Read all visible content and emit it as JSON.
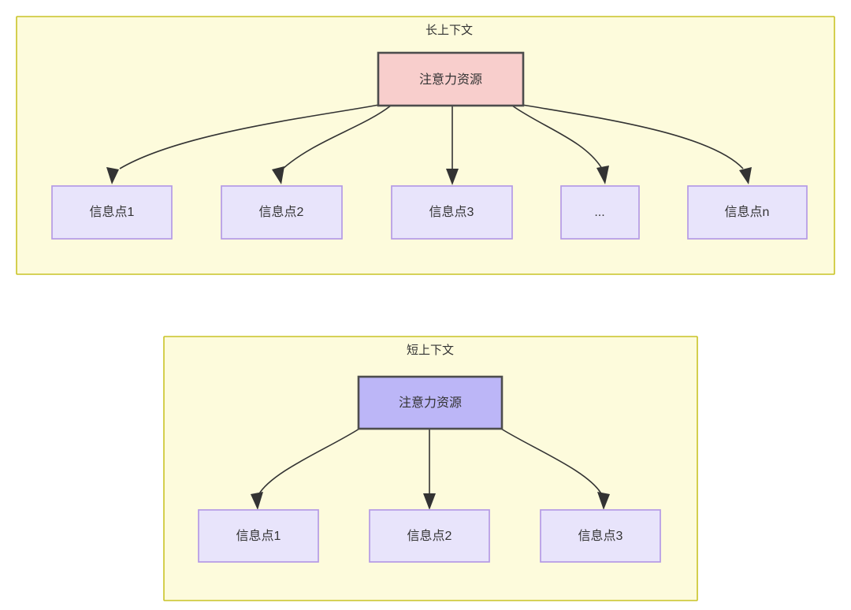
{
  "diagram": {
    "title_semantic": "attention-resource-allocation-long-vs-short-context",
    "background_color": "#ffffff",
    "colors": {
      "container_fill": "#fdfbdc",
      "container_stroke": "#c9c326",
      "focus_node_long_fill": "#f8cecc",
      "focus_node_short_fill": "#bcb6f7",
      "focus_node_stroke": "#4d4d4d",
      "info_node_fill": "#e8e4fb",
      "info_node_stroke": "#b49ae6",
      "edge_stroke": "#333333",
      "text_color": "#333333"
    },
    "sections": [
      {
        "id": "long-context",
        "label": "长上下文",
        "focus_node": {
          "label": "注意力资源",
          "style": "red"
        },
        "info_nodes": [
          {
            "label": "信息点1"
          },
          {
            "label": "信息点2"
          },
          {
            "label": "信息点3"
          },
          {
            "label": "..."
          },
          {
            "label": "信息点n"
          }
        ]
      },
      {
        "id": "short-context",
        "label": "短上下文",
        "focus_node": {
          "label": "注意力资源",
          "style": "blue"
        },
        "info_nodes": [
          {
            "label": "信息点1"
          },
          {
            "label": "信息点2"
          },
          {
            "label": "信息点3"
          }
        ]
      }
    ]
  }
}
